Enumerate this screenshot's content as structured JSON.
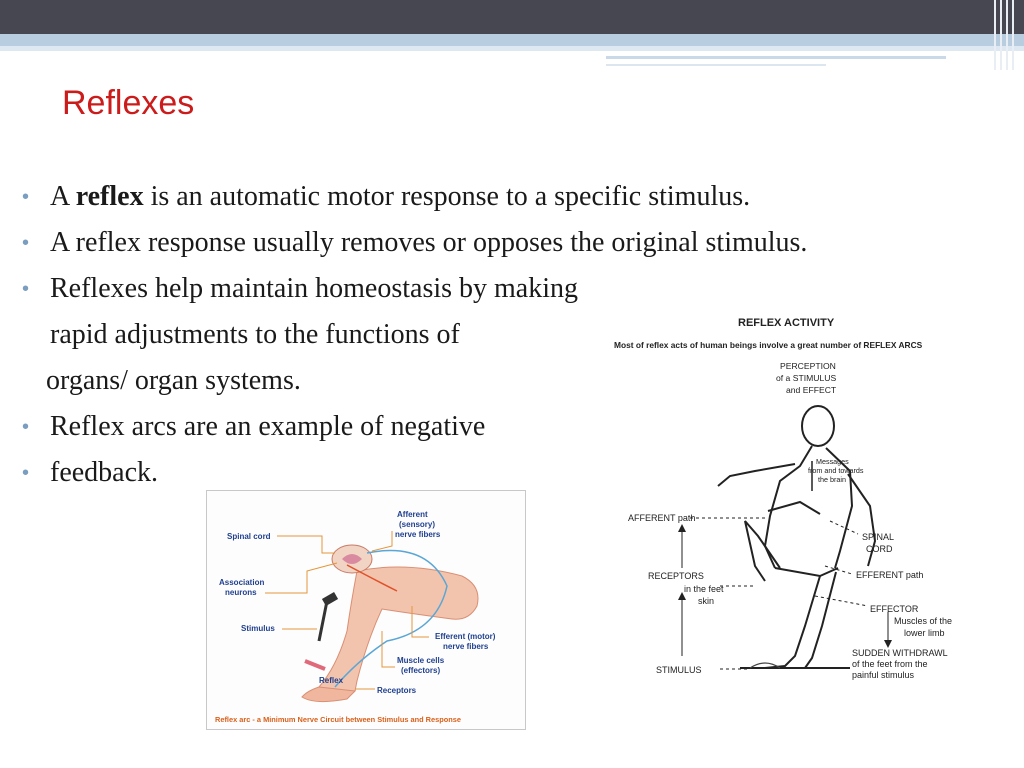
{
  "slide": {
    "title": "Reflexes",
    "bullets": [
      {
        "pre": "A ",
        "bold": "reflex",
        "post": " is an automatic motor response to a specific stimulus."
      },
      {
        "text": "A reflex response usually removes or opposes the original stimulus."
      },
      {
        "text": "Reflexes help maintain homeostasis by making"
      },
      {
        "text": "rapid adjustments to the functions of"
      },
      {
        "text": "organs/ organ systems."
      },
      {
        "text": "Reflex arcs are an example of negative"
      },
      {
        "text": "feedback."
      }
    ],
    "bullet_char": "•"
  },
  "figure_left": {
    "labels": {
      "spinal_cord": "Spinal cord",
      "afferent_1": "Afferent",
      "afferent_2": "(sensory)",
      "afferent_3": "nerve fibers",
      "association_1": "Association",
      "association_2": "neurons",
      "stimulus": "Stimulus",
      "efferent_1": "Efferent (motor)",
      "efferent_2": "nerve fibers",
      "muscle_1": "Muscle cells",
      "muscle_2": "(effectors)",
      "reflex": "Reflex",
      "receptors": "Receptors",
      "caption": "Reflex arc - a Minimum Nerve Circuit between Stimulus and Response"
    }
  },
  "figure_right": {
    "title": "REFLEX ACTIVITY",
    "subtitle": "Most of reflex acts of human beings involve a great number of REFLEX ARCS",
    "labels": {
      "perception_1": "PERCEPTION",
      "perception_2": "of a STIMULUS",
      "perception_3": "and EFFECT",
      "messages_1": "Messages",
      "messages_2": "from and towards",
      "messages_3": "the brain",
      "afferent": "AFFERENT path",
      "spinal_1": "SPINAL",
      "spinal_2": "CORD",
      "receptors_1": "RECEPTORS",
      "receptors_2": "in the feet",
      "receptors_3": "skin",
      "efferent": "EFFERENT path",
      "effector": "EFFECTOR",
      "muscles_1": "Muscles of the",
      "muscles_2": "lower limb",
      "withdrawal_1": "SUDDEN WITHDRAWL",
      "withdrawal_2": "of the feet from the",
      "withdrawal_3": "painful stimulus",
      "stimulus": "STIMULUS"
    }
  },
  "colors": {
    "title": "#cc1b1b",
    "bullet": "#7a9ebf",
    "topbar": "#474752",
    "stripe": "#b9cde0",
    "fig_label": "#1f3f8f",
    "fig_caption": "#d9601a"
  }
}
